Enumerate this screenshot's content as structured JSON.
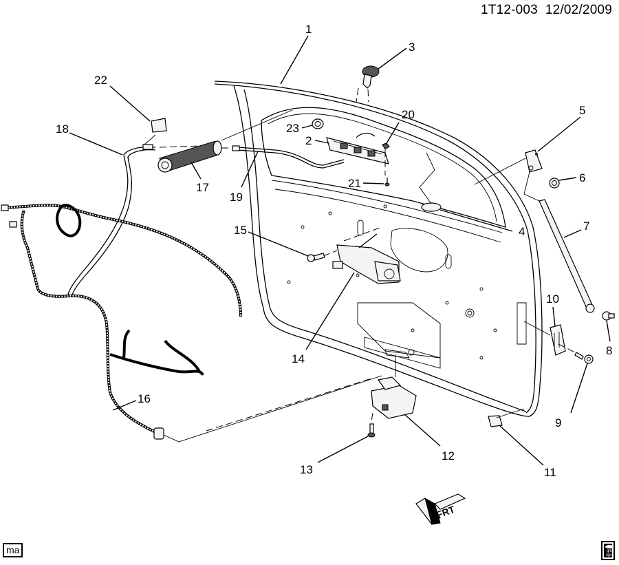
{
  "header": {
    "drawing_number": "1T12-003",
    "date": "12/02/2009"
  },
  "footer": {
    "tag_left": "ma",
    "logo_text_line1": "gm",
    "logo_text_line2": "spo",
    "orientation_label": "FRT"
  },
  "callouts": [
    {
      "id": "1",
      "label": "1"
    },
    {
      "id": "2",
      "label": "2"
    },
    {
      "id": "3",
      "label": "3"
    },
    {
      "id": "4",
      "label": "4"
    },
    {
      "id": "5",
      "label": "5"
    },
    {
      "id": "6",
      "label": "6"
    },
    {
      "id": "7",
      "label": "7"
    },
    {
      "id": "8",
      "label": "8"
    },
    {
      "id": "9",
      "label": "9"
    },
    {
      "id": "10",
      "label": "10"
    },
    {
      "id": "11",
      "label": "11"
    },
    {
      "id": "12",
      "label": "12"
    },
    {
      "id": "13",
      "label": "13"
    },
    {
      "id": "14",
      "label": "14"
    },
    {
      "id": "15",
      "label": "15"
    },
    {
      "id": "16",
      "label": "16"
    },
    {
      "id": "17",
      "label": "17"
    },
    {
      "id": "18",
      "label": "18"
    },
    {
      "id": "19",
      "label": "19"
    },
    {
      "id": "20",
      "label": "20"
    },
    {
      "id": "21",
      "label": "21"
    },
    {
      "id": "22",
      "label": "22"
    },
    {
      "id": "23",
      "label": "23"
    }
  ]
}
